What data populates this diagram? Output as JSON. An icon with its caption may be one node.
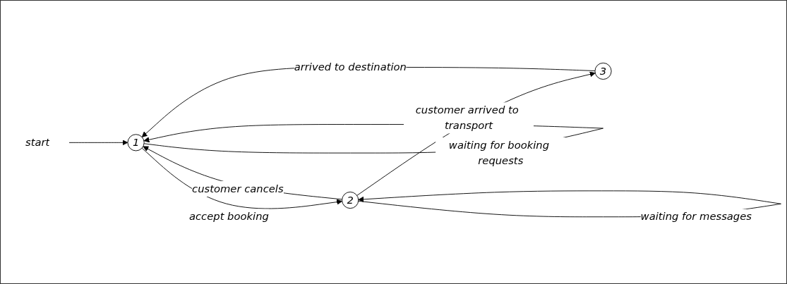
{
  "diagram": {
    "nodes": [
      {
        "text": [
          "start"
        ]
      },
      {
        "text": [
          "1"
        ]
      },
      {
        "text": [
          "2"
        ]
      },
      {
        "text": [
          "3"
        ]
      }
    ],
    "edges": [
      {
        "from": 0,
        "to": 1,
        "arrow": "to"
      },
      {
        "from": 1,
        "to": 1,
        "arrow": "to",
        "label": "waiting for booking requests"
      },
      {
        "from": 1,
        "to": 2,
        "arrow": "to",
        "label": "accept booking"
      },
      {
        "from": 2,
        "to": 1,
        "arrow": "to",
        "label": "customer cancels"
      },
      {
        "from": 2,
        "to": 2,
        "arrow": "to",
        "label": "waiting for messages"
      },
      {
        "from": 2,
        "to": 3,
        "arrow": "to",
        "label": "customer arrived to transport"
      },
      {
        "from": 3,
        "to": 1,
        "arrow": "to",
        "label": "arrived to destination"
      }
    ]
  }
}
